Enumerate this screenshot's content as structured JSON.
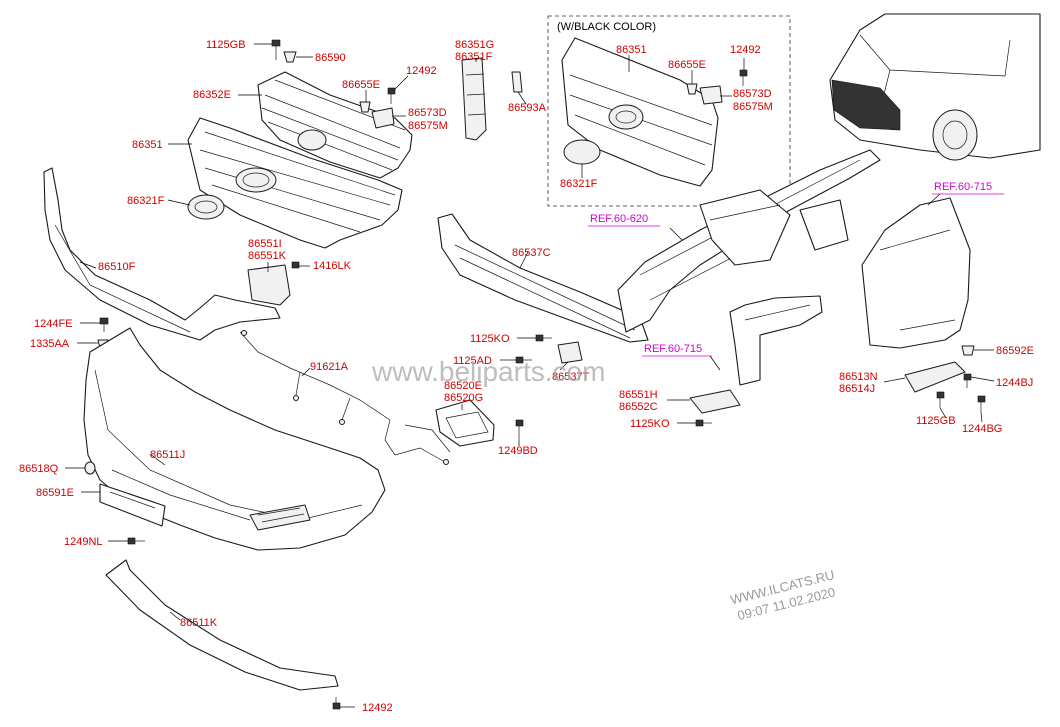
{
  "notes": {
    "black_color_box": "(W/BLACK COLOR)"
  },
  "refs": {
    "r1": "REF.60-620",
    "r2": "REF.60-715",
    "r3": "REF.60-715"
  },
  "labels": {
    "l1125GB_a": "1125GB",
    "l86590": "86590",
    "l86655E_a": "86655E",
    "l12492_a": "12492",
    "l86352E": "86352E",
    "l86573D_a": "86573D",
    "l86575M_a": "86575M",
    "l86351G": "86351G",
    "l86351F": "86351F",
    "l86593A": "86593A",
    "l86351_a": "86351",
    "l86321F_a": "86321F",
    "l86351_b": "86351",
    "l86655E_b": "86655E",
    "l12492_b": "12492",
    "l86573D_b": "86573D",
    "l86575M_b": "86575M",
    "l86321F_b": "86321F",
    "l86551I": "86551I",
    "l86551K": "86551K",
    "l1416LK": "1416LK",
    "l86510F": "86510F",
    "l86537C": "86537C",
    "l1244FE": "1244FE",
    "l1335AA": "1335AA",
    "l1125KO_a": "1125KO",
    "l1125AD": "1125AD",
    "l86537T": "86537T",
    "l91621A": "91621A",
    "l86520E": "86520E",
    "l86520G": "86520G",
    "l1249BD": "1249BD",
    "l86551H": "86551H",
    "l86552C": "86552C",
    "l1125KO_b": "1125KO",
    "l86513N": "86513N",
    "l86514J": "86514J",
    "l86592E": "86592E",
    "l1244BJ": "1244BJ",
    "l1125GB_b": "1125GB",
    "l1244BG": "1244BG",
    "l86511J": "86511J",
    "l86518Q": "86518Q",
    "l86591E": "86591E",
    "l1249NL": "1249NL",
    "l86511K": "86511K",
    "l12492_c": "12492"
  },
  "watermark": "www.beliparts.com",
  "stamp": {
    "site": "WWW.ILCATS.RU",
    "datetime": "09:07 11.02.2020"
  },
  "colors": {
    "label": "#d40000",
    "ref": "#d400d4",
    "line": "#1a1a1a"
  }
}
